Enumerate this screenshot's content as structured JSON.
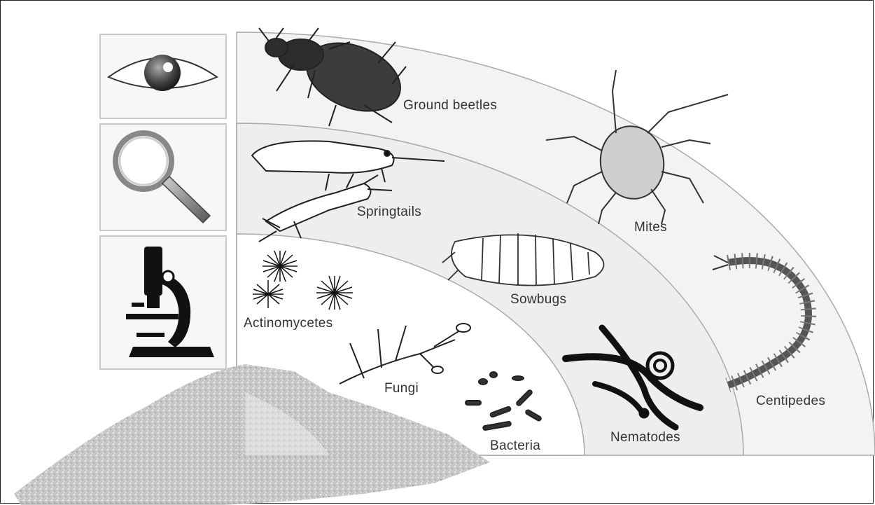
{
  "tools": [
    {
      "icon": "eye-icon"
    },
    {
      "icon": "magnifying-glass-icon"
    },
    {
      "icon": "microscope-icon"
    }
  ],
  "organisms": {
    "ground_beetles": "Ground beetles",
    "mites": "Mites",
    "springtails": "Springtails",
    "sowbugs": "Sowbugs",
    "centipedes": "Centipedes",
    "actinomycetes": "Actinomycetes",
    "fungi": "Fungi",
    "bacteria": "Bacteria",
    "nematodes": "Nematodes"
  }
}
